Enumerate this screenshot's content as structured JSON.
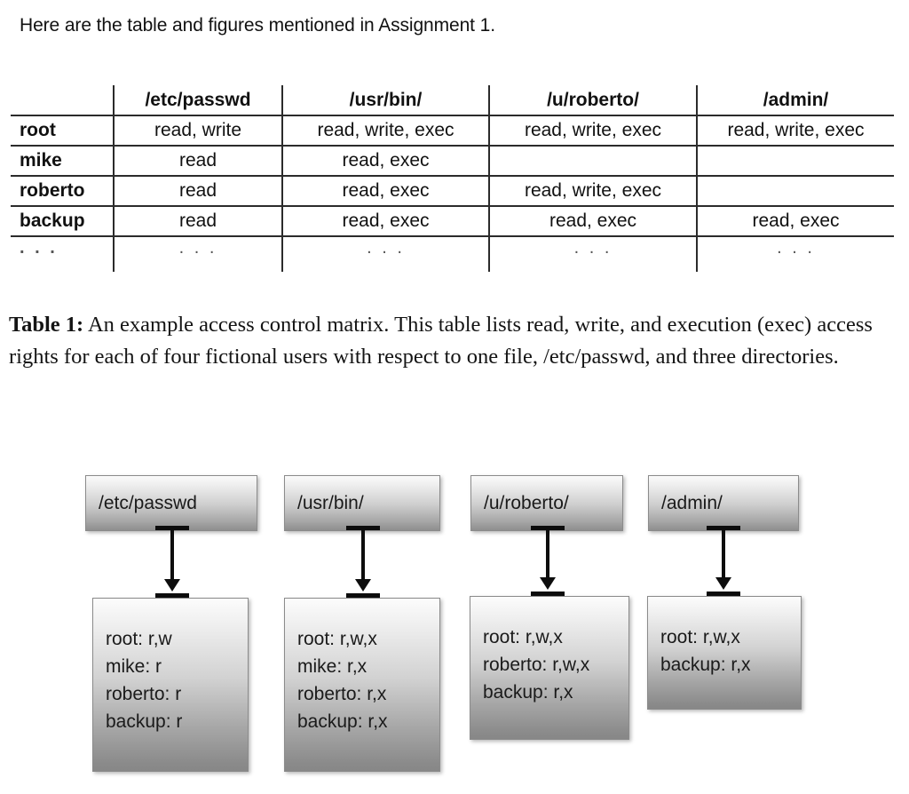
{
  "intro": {
    "text": "Here are the table and figures mentioned in Assignment 1."
  },
  "table": {
    "corner_label": "",
    "columns": [
      "/etc/passwd",
      "/usr/bin/",
      "/u/roberto/",
      "/admin/"
    ],
    "rows": [
      {
        "user": "root",
        "cells": [
          "read, write",
          "read, write, exec",
          "read, write, exec",
          "read, write, exec"
        ]
      },
      {
        "user": "mike",
        "cells": [
          "read",
          "read, exec",
          "",
          ""
        ]
      },
      {
        "user": "roberto",
        "cells": [
          "read",
          "read, exec",
          "read, write, exec",
          ""
        ]
      },
      {
        "user": "backup",
        "cells": [
          "read",
          "read, exec",
          "read, exec",
          "read, exec"
        ]
      }
    ],
    "ellipsis_row": {
      "user": ". . .",
      "cells": [
        ". . .",
        ". . .",
        ". . .",
        ". . ."
      ]
    }
  },
  "caption": {
    "label": "Table 1:",
    "text": " An example access control matrix. This table lists read, write, and execution (exec) access rights for each of four fictional users with respect to one file, /etc/passwd, and three directories."
  },
  "figure": {
    "columns": [
      {
        "resource": "/etc/passwd",
        "acl": [
          "root: r,w",
          "mike: r",
          "roberto: r",
          "backup: r"
        ]
      },
      {
        "resource": "/usr/bin/",
        "acl": [
          "root: r,w,x",
          "mike: r,x",
          "roberto: r,x",
          "backup: r,x"
        ]
      },
      {
        "resource": "/u/roberto/",
        "acl": [
          "root: r,w,x",
          "roberto: r,w,x",
          "backup: r,x"
        ]
      },
      {
        "resource": "/admin/",
        "acl": [
          "root: r,w,x",
          "backup: r,x"
        ]
      }
    ]
  },
  "colors": {
    "page_background": "#ffffff",
    "text": "#111111",
    "table_rule": "#2b2b2b",
    "node_border": "#8b8b8b",
    "arrow": "#0d0d0d"
  }
}
